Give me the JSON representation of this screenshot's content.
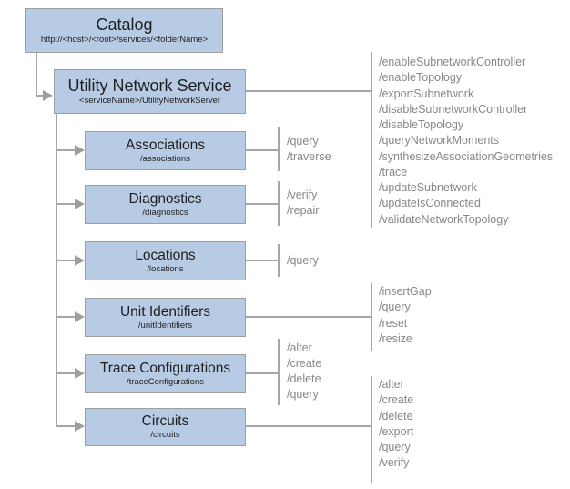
{
  "catalog": {
    "title": "Catalog",
    "subtitle": "http://<host>/<root>/services/<folderName>"
  },
  "service": {
    "title": "Utility Network Service",
    "subtitle": "<serviceName>/UtilityNetworkServer",
    "operations": [
      "/enableSubnetworkController",
      "/enableTopology",
      "/exportSubnetwork",
      "/disableSubnetworkController",
      "/disableTopology",
      "/queryNetworkMoments",
      "/synthesizeAssociationGeometries",
      "/trace",
      "/updateSubnetwork",
      "/updateIsConnected",
      "/validateNetworkTopology"
    ]
  },
  "children": [
    {
      "title": "Associations",
      "subtitle": "/associations",
      "operations": [
        "/query",
        "/traverse"
      ]
    },
    {
      "title": "Diagnostics",
      "subtitle": "/diagnostics",
      "operations": [
        "/verify",
        "/repair"
      ]
    },
    {
      "title": "Locations",
      "subtitle": "/locations",
      "operations": [
        "/query"
      ]
    },
    {
      "title": "Unit Identifiers",
      "subtitle": "/unitIdentifiers",
      "operations": [
        "/insertGap",
        "/query",
        "/reset",
        "/resize"
      ]
    },
    {
      "title": "Trace Configurations",
      "subtitle": "/traceConfigurations",
      "operations": [
        "/alter",
        "/create",
        "/delete",
        "/query"
      ]
    },
    {
      "title": "Circuits",
      "subtitle": "/circuits",
      "operations": [
        "/alter",
        "/create",
        "/delete",
        "/export",
        "/query",
        "/verify"
      ]
    }
  ],
  "colors": {
    "box_fill": "#b8cbe5",
    "box_border": "#9e9e9e",
    "connector_line": "#a6a6a6",
    "operation_text": "#878787",
    "title_text": "#1f1f1f",
    "background": "#ffffff"
  }
}
